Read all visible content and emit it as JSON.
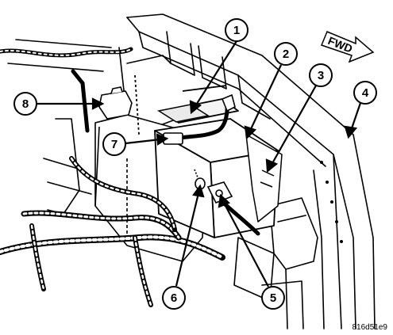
{
  "direction_badge": {
    "label": "FWD"
  },
  "callouts": [
    {
      "id": "1",
      "label": "1"
    },
    {
      "id": "2",
      "label": "2"
    },
    {
      "id": "3",
      "label": "3"
    },
    {
      "id": "4",
      "label": "4"
    },
    {
      "id": "5",
      "label": "5"
    },
    {
      "id": "6",
      "label": "6"
    },
    {
      "id": "7",
      "label": "7"
    },
    {
      "id": "8",
      "label": "8"
    }
  ],
  "figure_code": "816d51e9"
}
